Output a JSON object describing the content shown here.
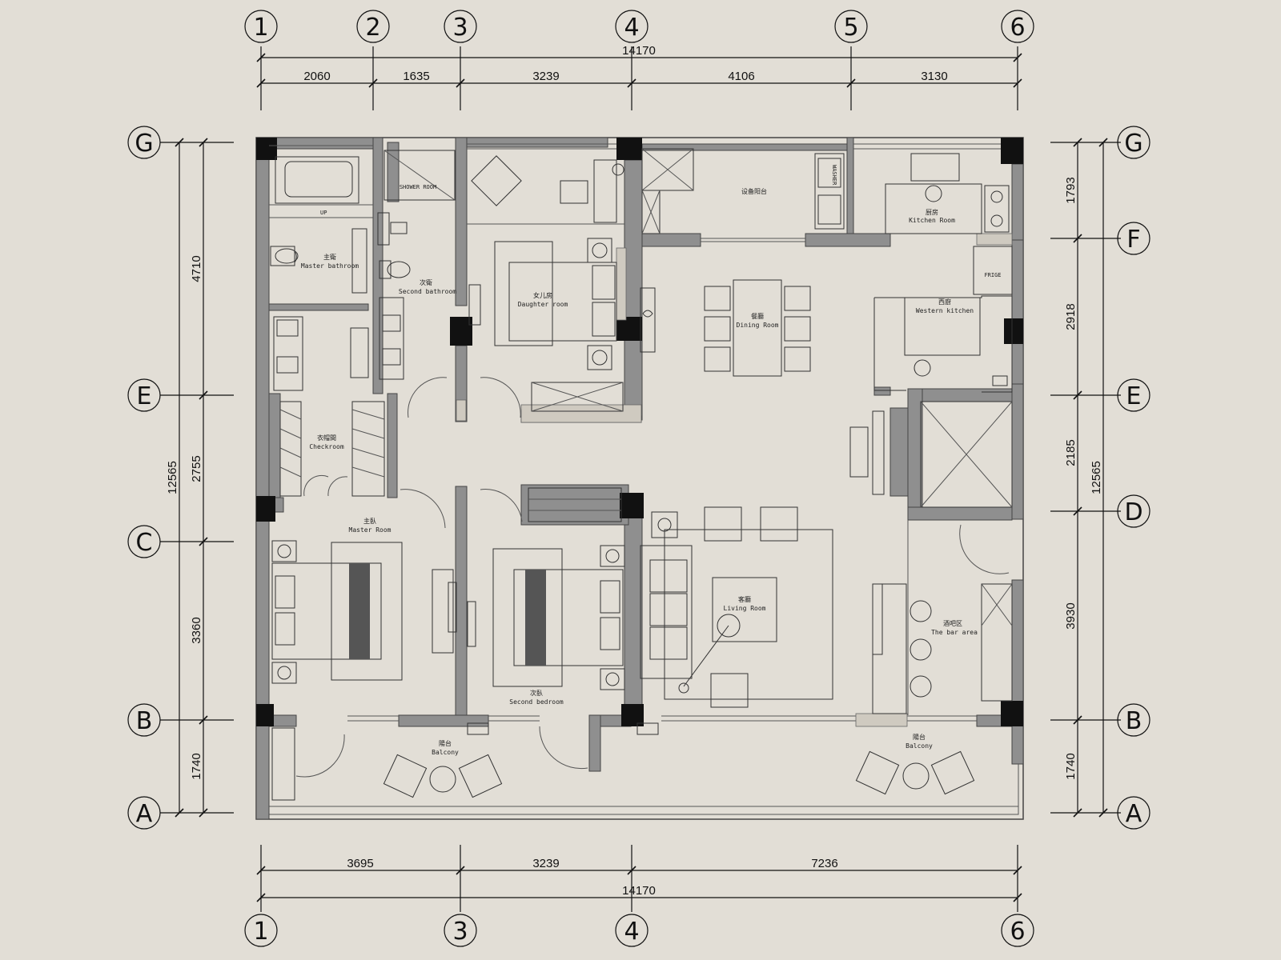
{
  "grid": {
    "columns": [
      "1",
      "2",
      "3",
      "4",
      "5",
      "6"
    ],
    "columns_bottom": [
      "1",
      "3",
      "4",
      "6"
    ],
    "rows": [
      "G",
      "F",
      "E",
      "D",
      "C",
      "B",
      "A"
    ],
    "rows_left": [
      "G",
      "E",
      "C",
      "B",
      "A"
    ],
    "rows_right": [
      "G",
      "F",
      "E",
      "D",
      "B",
      "A"
    ]
  },
  "dimensions": {
    "top_total": "14170",
    "top_segments": [
      "2060",
      "1635",
      "3239",
      "4106",
      "3130"
    ],
    "bottom_segments": [
      "3695",
      "3239",
      "7236"
    ],
    "bottom_total": "14170",
    "left_total": "12565",
    "left_segments": [
      "4710",
      "2755",
      "3360",
      "1740"
    ],
    "right_total": "12565",
    "right_segments": [
      "1793",
      "2918",
      "2185",
      "3930",
      "1740"
    ]
  },
  "rooms": {
    "master_bath_cn": "主衛",
    "master_bath_en": "Master bathroom",
    "second_bath_cn": "次衛",
    "second_bath_en": "Second bathroom",
    "shower_en": "SHOWER ROOM",
    "up_label": "UP",
    "equip_balcony_cn": "设备阳台",
    "kitchen_cn": "厨房",
    "kitchen_en": "Kitchen Room",
    "washer_label": "WASHER",
    "frige_label": "FRIGE",
    "daughter_cn": "女儿房",
    "daughter_en": "Daughter room",
    "dining_cn": "餐廳",
    "dining_en": "Dining Room",
    "western_cn": "西廚",
    "western_en": "Western kitchen",
    "checkroom_cn": "衣帽間",
    "checkroom_en": "Checkroom",
    "master_cn": "主臥",
    "master_en": "Master Room",
    "second_bed_cn": "次臥",
    "second_bed_en": "Second bedroom",
    "living_cn": "客廳",
    "living_en": "Living Room",
    "bar_cn": "酒吧区",
    "bar_en": "The bar area",
    "balcony_cn": "陽台",
    "balcony_en": "Balcony"
  }
}
